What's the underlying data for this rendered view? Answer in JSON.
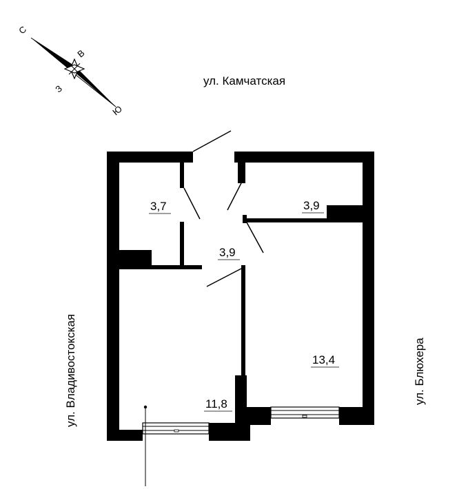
{
  "compass": {
    "north": "С",
    "east": "В",
    "west": "З",
    "south": "Ю"
  },
  "streets": {
    "top": "ул. Камчатская",
    "left": "ул. Владивостокская",
    "right": "ул. Блюхера"
  },
  "rooms": [
    {
      "id": "bathroom",
      "area": "3,7"
    },
    {
      "id": "kitchen-niche",
      "area": "3,9"
    },
    {
      "id": "hallway",
      "area": "3,9"
    },
    {
      "id": "room-large",
      "area": "13,4"
    },
    {
      "id": "room-small",
      "area": "11,8"
    }
  ],
  "colors": {
    "wall": "#000000",
    "background": "#ffffff"
  }
}
